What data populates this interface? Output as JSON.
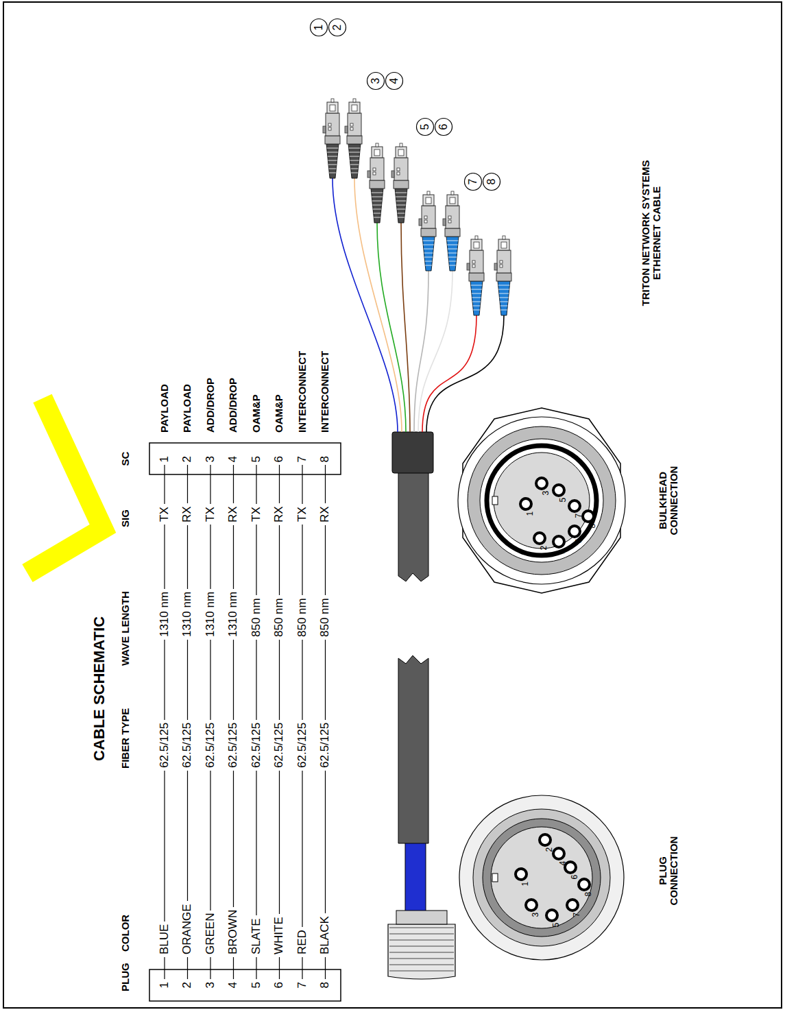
{
  "diagram": {
    "title": "CABLE SCHEMATIC",
    "labels": [
      "PLUG",
      "COLOR",
      "FIBER TYPE",
      "WAVE LENGTH",
      "SIG",
      "SC",
      "1",
      "2",
      "3",
      "4",
      "5",
      "6",
      "7",
      "8",
      "BLUE",
      "ORANGE",
      "GREEN",
      "BROWN",
      "SLATE",
      "WHITE",
      "RED",
      "BLACK",
      "62.5/125",
      "62.5/125",
      "62.5/125",
      "62.5/125",
      "62.5/125",
      "62.5/125",
      "62.5/125",
      "62.5/125",
      "1310 nm",
      "1310 nm",
      "1310 nm",
      "1310 nm",
      "850 nm",
      "850 nm",
      "850 nm",
      "850 nm",
      "TX",
      "RX",
      "TX",
      "RX",
      "TX",
      "RX",
      "TX",
      "RX",
      "1",
      "2",
      "3",
      "4",
      "5",
      "6",
      "7",
      "8",
      "PAYLOAD",
      "PAYLOAD",
      "ADD/DROP",
      "ADD/DROP",
      "OAM&P",
      "OAM&P",
      "INTERCONNECT",
      "INTERCONNECT",
      "1",
      "2",
      "3",
      "4",
      "5",
      "6",
      "7",
      "8",
      "1",
      "2",
      "3",
      "4",
      "5",
      "6",
      "7",
      "8",
      "1",
      "2",
      "3",
      "4",
      "5",
      "6",
      "7",
      "8",
      "BULKHEAD CONNECTION",
      "PLUG CONNECTION",
      "TRITON NETWORK SYSTEMS ETHERNET CABLE"
    ]
  }
}
